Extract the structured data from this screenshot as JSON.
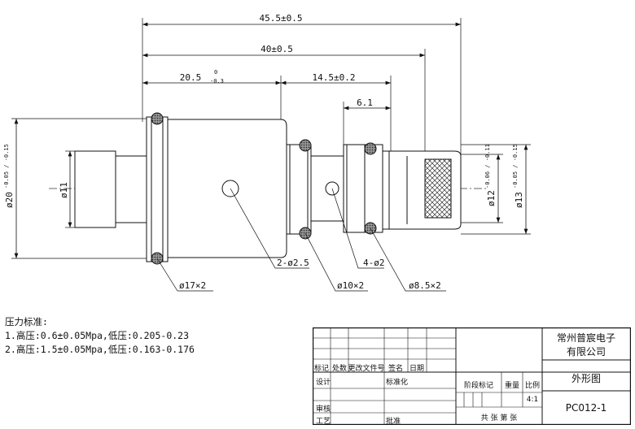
{
  "dimensions": {
    "overall": "45.5±0.5",
    "length_40": "40±0.5",
    "length_20": "20.5",
    "length_20_tol_upper": "0",
    "length_20_tol_lower": "-0.3",
    "length_14": "14.5±0.2",
    "length_6": "6.1",
    "dia_20": "ø20",
    "dia_20_tol": "-0.05 / -0.15",
    "dia_11": "ø11",
    "dia_12": "ø12",
    "dia_12_tol": "-0.06 / -0.11",
    "dia_13": "ø13",
    "dia_13_tol": "-0.05 / -0.15",
    "holes_2_5": "2-ø2.5",
    "holes_2": "4-ø2",
    "oring_17": "ø17×2",
    "oring_10": "ø10×2",
    "oring_8": "ø8.5×2"
  },
  "notes": {
    "title": "压力标准:",
    "line1": "1.高压:0.6±0.05Mpa,低压:0.205-0.23",
    "line2": "2.高压:1.5±0.05Mpa,低压:0.163-0.176"
  },
  "title_block": {
    "company_line1": "常州普宸电子",
    "company_line2": "有限公司",
    "drawing_name": "外形图",
    "drawing_no": "PC012-1",
    "scale": "4:1",
    "h_mark": "标记",
    "h_count": "处数",
    "h_doc": "更改文件号",
    "h_sign": "签名",
    "h_date": "日期",
    "design": "设计",
    "standard": "标准化",
    "stage": "阶段标记",
    "weight": "重量",
    "ratio": "比例",
    "review": "审核",
    "process": "工艺",
    "approve": "批准",
    "sheets": "共  张 第  张"
  },
  "colors": {
    "line": "#111111",
    "hatch": "#444444",
    "centerline": "#333333"
  }
}
